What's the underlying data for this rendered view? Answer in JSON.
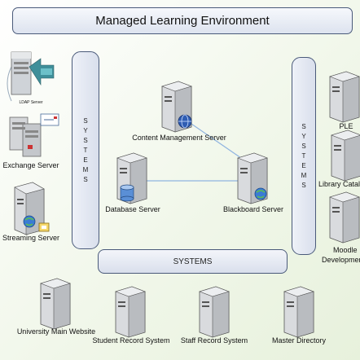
{
  "title": "Managed Learning Environment",
  "systems_label": "SYSTEMS",
  "servers": {
    "ldap": "LDAP Server",
    "exchange": "Exchange Server",
    "streaming": "Streaming Server",
    "content_management": "Content Management Server",
    "database": "Database Server",
    "blackboard": "Blackboard Server",
    "ple": "PLE",
    "library": "Library Catalogue",
    "moodle_line1": "Moodle",
    "moodle_line2": "Development",
    "university_website": "University Main Website",
    "student_record": "Student Record System",
    "staff_record": "Staff Record System",
    "master_directory": "Master Directory"
  },
  "colors": {
    "bar_border": "#4a5a7a",
    "link": "#8fb4e0"
  }
}
